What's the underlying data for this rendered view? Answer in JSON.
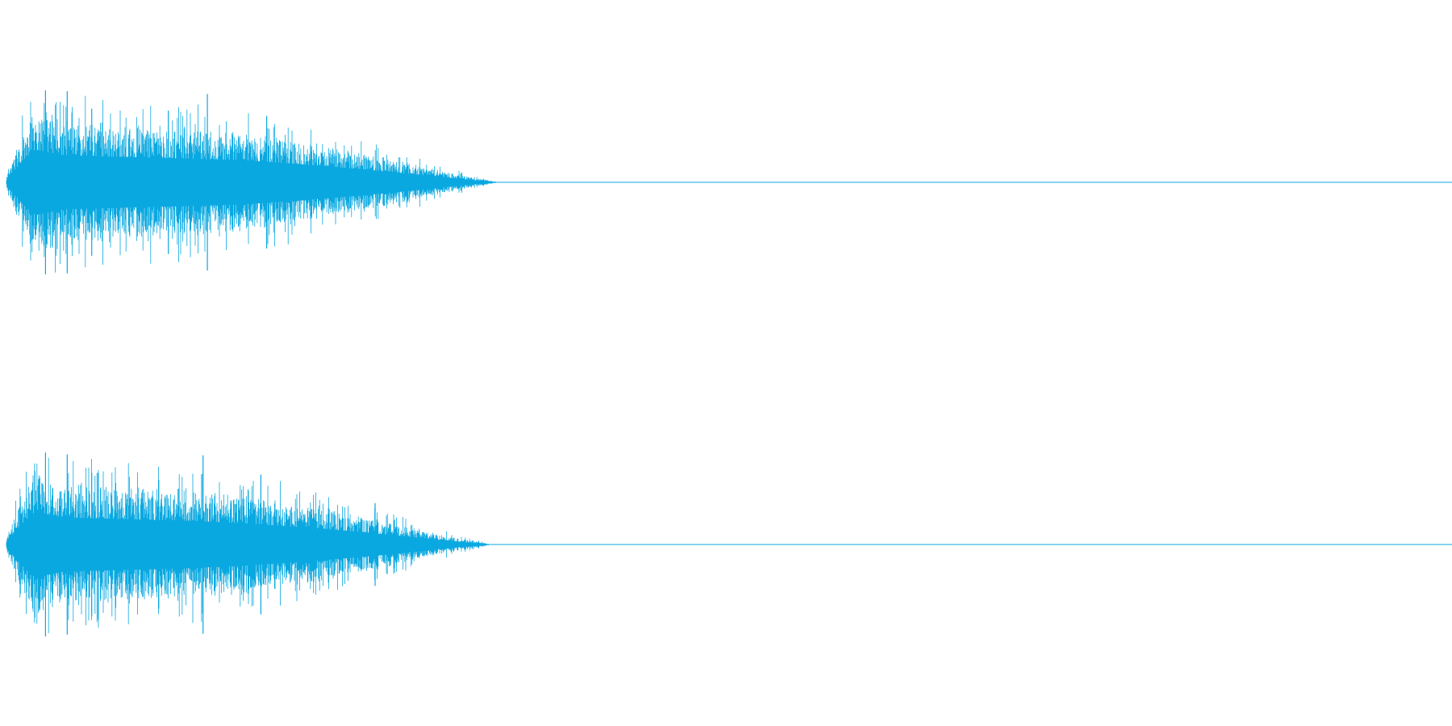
{
  "waveform": {
    "color": "#0aa8e0",
    "channels": [
      {
        "name": "",
        "envelope": [
          {
            "t": 0.0,
            "a": 0.05
          },
          {
            "t": 0.004,
            "a": 0.25
          },
          {
            "t": 0.012,
            "a": 0.6
          },
          {
            "t": 0.02,
            "a": 0.85
          },
          {
            "t": 0.04,
            "a": 0.7
          },
          {
            "t": 0.08,
            "a": 0.66
          },
          {
            "t": 0.12,
            "a": 0.62
          },
          {
            "t": 0.16,
            "a": 0.58
          },
          {
            "t": 0.2,
            "a": 0.48
          },
          {
            "t": 0.24,
            "a": 0.36
          },
          {
            "t": 0.28,
            "a": 0.22
          },
          {
            "t": 0.31,
            "a": 0.1
          },
          {
            "t": 0.335,
            "a": 0.02
          },
          {
            "t": 0.34,
            "a": 0.0
          },
          {
            "t": 1.0,
            "a": 0.0
          }
        ],
        "peaks": [
          {
            "t": 0.027,
            "a": 1.0
          },
          {
            "t": 0.042,
            "a": 0.99
          },
          {
            "t": 0.139,
            "a": 0.96
          },
          {
            "t": 0.112,
            "a": 0.78
          },
          {
            "t": 0.18,
            "a": 0.72
          },
          {
            "t": 0.059,
            "a": 0.8
          }
        ]
      },
      {
        "name": "",
        "envelope": [
          {
            "t": 0.0,
            "a": 0.05
          },
          {
            "t": 0.004,
            "a": 0.25
          },
          {
            "t": 0.012,
            "a": 0.6
          },
          {
            "t": 0.02,
            "a": 0.85
          },
          {
            "t": 0.04,
            "a": 0.7
          },
          {
            "t": 0.08,
            "a": 0.66
          },
          {
            "t": 0.12,
            "a": 0.62
          },
          {
            "t": 0.16,
            "a": 0.56
          },
          {
            "t": 0.2,
            "a": 0.46
          },
          {
            "t": 0.24,
            "a": 0.34
          },
          {
            "t": 0.275,
            "a": 0.22
          },
          {
            "t": 0.305,
            "a": 0.1
          },
          {
            "t": 0.33,
            "a": 0.02
          },
          {
            "t": 0.336,
            "a": 0.0
          },
          {
            "t": 1.0,
            "a": 0.0
          }
        ],
        "peaks": [
          {
            "t": 0.027,
            "a": 1.0
          },
          {
            "t": 0.042,
            "a": 0.98
          },
          {
            "t": 0.136,
            "a": 0.97
          },
          {
            "t": 0.176,
            "a": 0.76
          },
          {
            "t": 0.255,
            "a": 0.45
          },
          {
            "t": 0.059,
            "a": 0.78
          }
        ]
      }
    ]
  }
}
